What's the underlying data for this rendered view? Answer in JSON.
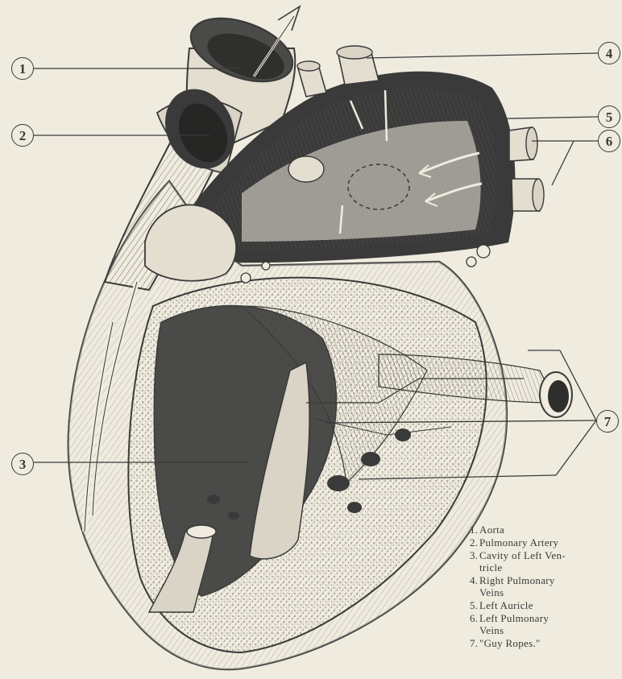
{
  "callouts": [
    "1",
    "2",
    "3",
    "4",
    "5",
    "6",
    "7"
  ],
  "legend": [
    {
      "num": "1.",
      "text": "Aorta"
    },
    {
      "num": "2.",
      "text": "Pulmonary Artery"
    },
    {
      "num": "3.",
      "text": "Cavity of Left Ven-\n   tricle"
    },
    {
      "num": "4.",
      "text": "Right Pulmonary\n   Veins"
    },
    {
      "num": "5.",
      "text": "Left Auricle"
    },
    {
      "num": "6.",
      "text": "Left Pulmonary\n   Veins"
    },
    {
      "num": "7.",
      "text": "\"Guy Ropes.\""
    }
  ],
  "colors": {
    "paper": "#efebdf",
    "ink": "#3a3a3a",
    "shadow": "#4a4a48",
    "light": "#d9d4c6"
  }
}
